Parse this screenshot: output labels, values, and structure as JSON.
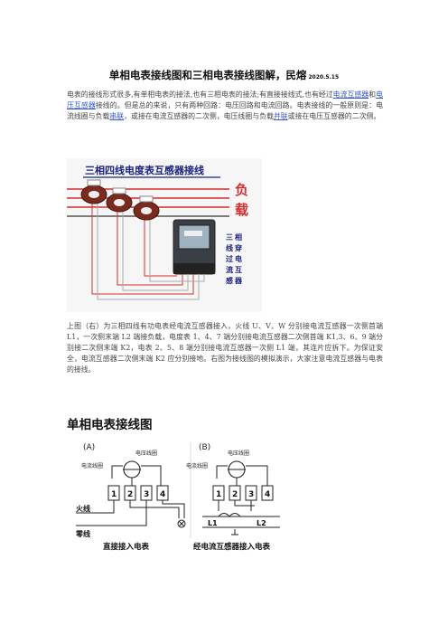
{
  "document": {
    "title": "单相电表接线图和三相电表接线图解，民熔",
    "date": "2020.5.15",
    "intro": {
      "p1": "电表的接线形式很多,有单相电表的接法,也有三相电表的接法;有直接接线式,也有经过",
      "link1": "电流互感器",
      "p2": "和",
      "link2": "电压互感器",
      "p3": "接线的。但是总的来说，只有两种回路：电压回路和电流回路。电表接线的一般原则是：电流线圈与负载",
      "link3": "串联",
      "p4": "，或接在电流互感器的二次侧，电压线圈与负载",
      "link4": "并联",
      "p5": "或接在电压互感器的二次侧。"
    },
    "figure1": {
      "heading": "三相四线电度表互感器接线",
      "load_label": "负载",
      "side_label": "三相线穿过电流互感器"
    },
    "caption": "上图（右）为三相四线有功电表经电流互感器接入，火线 U、V、W 分别接电流互感器一次侧首端 L1，一次侧末端 L2 端接负载，电度表 1、4、7 端分别接电流互感器二次侧首端 K1,3、6、9 端分别接二次侧末端 K2，电表 2、5、8 端分别接电流互感器一次侧 L1 端，其连片应拆下。为保证安全，电流互感器二次侧末端 K2 应分别接地。右图为接线图的模拟演示，大家注意电流互感器与电表的接线。",
    "section_heading": "单相电表接线图",
    "figure2": {
      "label_a": "(A)",
      "label_b": "(B)",
      "voltage_coil_a": "电压线圈",
      "current_coil_a": "电流线圈",
      "voltage_coil_b": "电压线圈",
      "current_coil_b": "电流线圈",
      "terminals": [
        "1",
        "2",
        "3",
        "4"
      ],
      "live_wire": "火线",
      "neutral_wire": "零线",
      "ct_l1": "L1",
      "ct_l2": "L2",
      "caption_a": "直接接入电表",
      "caption_b": "经电流互感器接入电表"
    }
  }
}
